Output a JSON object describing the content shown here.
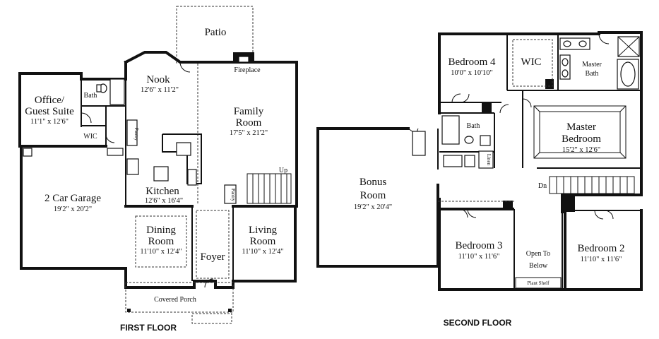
{
  "first_floor": {
    "label": "FIRST FLOOR",
    "rooms": {
      "patio": {
        "name": "Patio"
      },
      "fireplace": {
        "name": "Fireplace"
      },
      "nook": {
        "name": "Nook",
        "dims": "12'6\" x 11'2\""
      },
      "family_room": {
        "name1": "Family",
        "name2": "Room",
        "dims": "17'5\" x 21'2\""
      },
      "office": {
        "name1": "Office/",
        "name2": "Guest Suite",
        "dims": "11'1\" x 12'6\""
      },
      "bath": {
        "name": "Bath"
      },
      "wic": {
        "name": "WIC"
      },
      "pantry": {
        "name": "Pantry"
      },
      "kitchen": {
        "name": "Kitchen",
        "dims": "12'6\" x 16'4\""
      },
      "garage": {
        "name": "2 Car Garage",
        "dims": "19'2\" x 20'2\""
      },
      "dining": {
        "name1": "Dining",
        "name2": "Room",
        "dims": "11'10\" x 12'4\""
      },
      "foyer": {
        "name": "Foyer"
      },
      "living": {
        "name1": "Living",
        "name2": "Room",
        "dims": "11'10\" x 12'4\""
      },
      "covered_porch": {
        "name": "Covered Porch"
      },
      "up": {
        "name": "Up"
      },
      "pantry2": {
        "name": "Pantry"
      }
    }
  },
  "second_floor": {
    "label": "SECOND FLOOR",
    "rooms": {
      "bedroom4": {
        "name": "Bedroom 4",
        "dims": "10'0\" x 10'10\""
      },
      "wic": {
        "name": "WIC"
      },
      "master_bath": {
        "name1": "Master",
        "name2": "Bath"
      },
      "master_bedroom": {
        "name1": "Master",
        "name2": "Bedroom",
        "dims": "15'2\" x 12'6\""
      },
      "bath": {
        "name": "Bath"
      },
      "bonus": {
        "name1": "Bonus",
        "name2": "Room",
        "dims": "19'2\" x 20'4\""
      },
      "linen": {
        "name": "Linen"
      },
      "dn": {
        "name": "Dn"
      },
      "bedroom3": {
        "name": "Bedroom 3",
        "dims": "11'10\" x 11'6\""
      },
      "open_to_below": {
        "name1": "Open To",
        "name2": "Below"
      },
      "plant_shelf": {
        "name": "Plant Shelf"
      },
      "bedroom2": {
        "name": "Bedroom 2",
        "dims": "11'10\" x 11'6\""
      }
    }
  }
}
